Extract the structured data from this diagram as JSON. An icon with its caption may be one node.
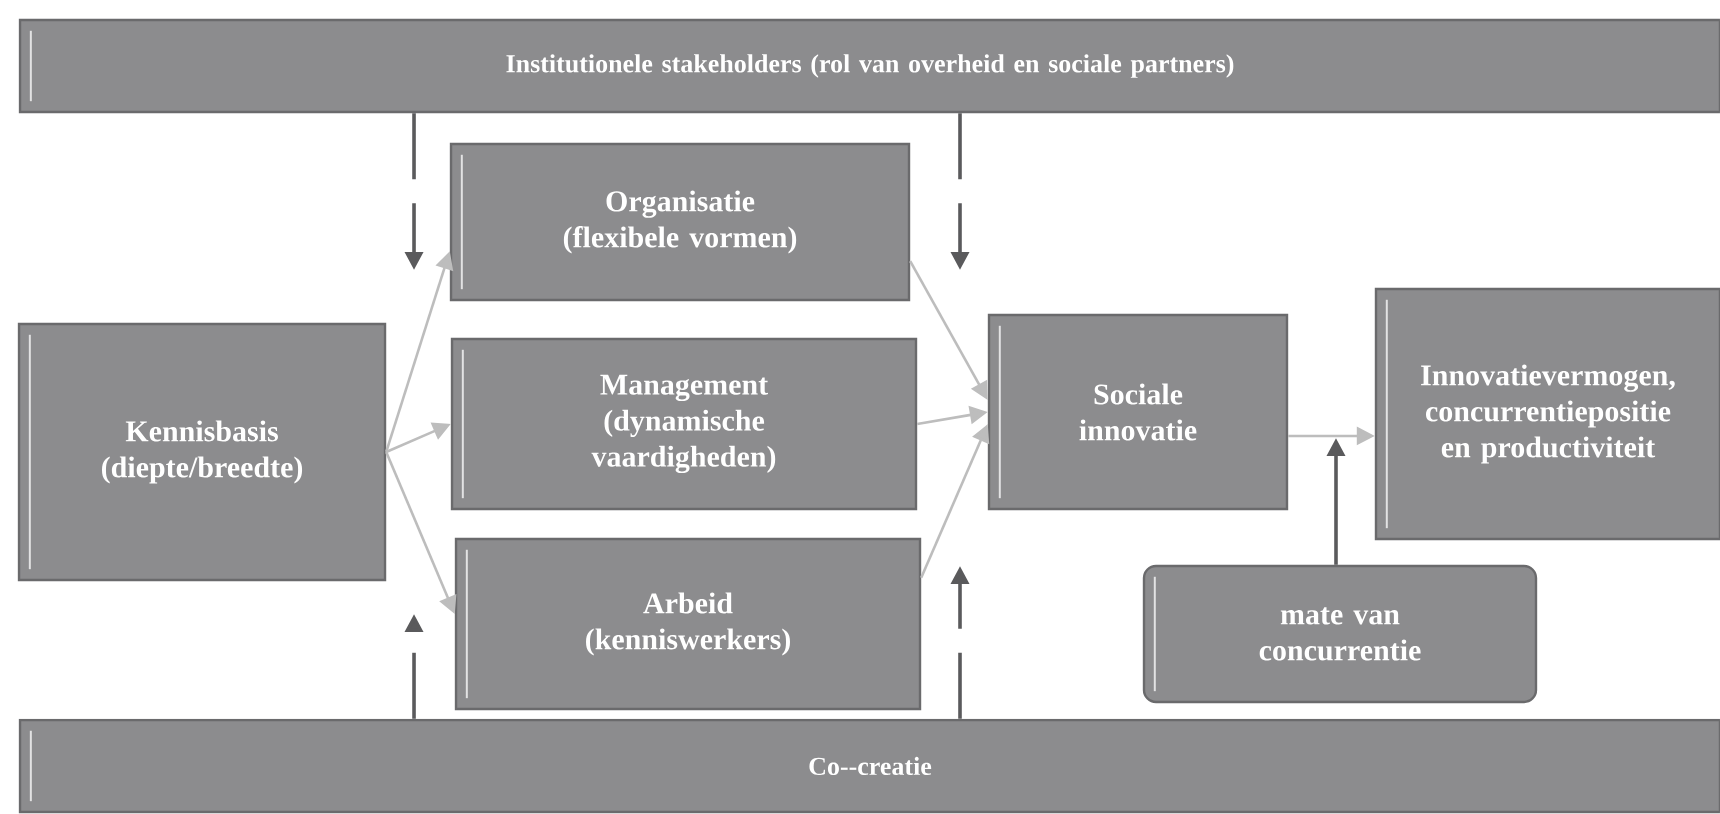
{
  "diagram": {
    "nodes": [
      {
        "text": [
          "Institutionele stakeholders (rol van overheid en sociale partners)"
        ]
      },
      {
        "text": [
          "Kennisbasis",
          "(diepte/breedte)"
        ]
      },
      {
        "text": [
          "Organisatie",
          "(flexibele vormen)"
        ]
      },
      {
        "text": [
          "Management",
          "(dynamische vaardigheden)"
        ]
      },
      {
        "text": [
          "Arbeid",
          "(kenniswerkers)"
        ]
      },
      {
        "text": [
          "Sociale innovatie"
        ]
      },
      {
        "text": [
          "Innovatievermogen, concurrentiepositie en productiviteit"
        ]
      },
      {
        "text": [
          "mate van concurrentie"
        ]
      },
      {
        "text": [
          "Co--creatie"
        ]
      }
    ],
    "edges": [
      {
        "from": 1,
        "to": 2,
        "arrow": "to"
      },
      {
        "from": 1,
        "to": 3,
        "arrow": "to"
      },
      {
        "from": 1,
        "to": 4,
        "arrow": "to"
      },
      {
        "from": 2,
        "to": 5,
        "arrow": "to"
      },
      {
        "from": 3,
        "to": 5,
        "arrow": "to"
      },
      {
        "from": 4,
        "to": 5,
        "arrow": "to"
      },
      {
        "from": 5,
        "to": 6,
        "arrow": "to"
      },
      {
        "from": 7,
        "to": null,
        "arrow": "to",
        "color": "#5a5a5c"
      },
      {
        "from": 0,
        "to": null,
        "arrow": "to",
        "style": "dashed",
        "color": "#5a5a5c"
      },
      {
        "from": 0,
        "to": null,
        "arrow": "to",
        "style": "dashed",
        "color": "#5a5a5c"
      },
      {
        "from": 8,
        "to": null,
        "arrow": "to",
        "style": "dashed",
        "color": "#5a5a5c"
      },
      {
        "from": 8,
        "to": null,
        "arrow": "to",
        "style": "dashed",
        "color": "#5a5a5c"
      }
    ]
  }
}
